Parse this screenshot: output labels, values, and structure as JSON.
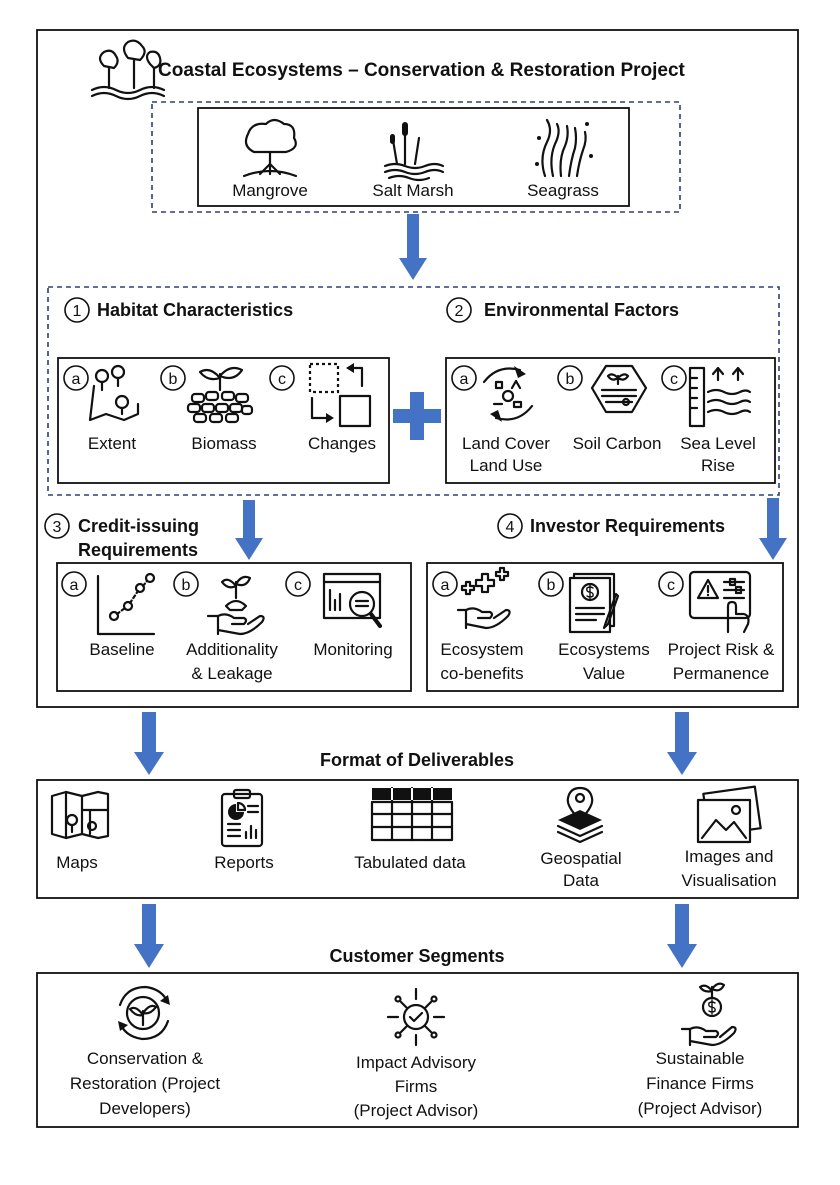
{
  "colors": {
    "arrow": "#4472C4",
    "plus": "#4472C4",
    "dashed_border": "#2f3e7a",
    "text": "#111111"
  },
  "title": "Coastal Ecosystems – Conservation & Restoration Project",
  "ecosystems": [
    {
      "label": "Mangrove",
      "icon": "mangrove-icon"
    },
    {
      "label": "Salt Marsh",
      "icon": "salt-marsh-icon"
    },
    {
      "label": "Seagrass",
      "icon": "seagrass-icon"
    }
  ],
  "habitat": {
    "number": "1",
    "title": "Habitat Characteristics",
    "items": [
      {
        "letter": "a",
        "lines": [
          "Extent"
        ],
        "icon": "map-pin-icon"
      },
      {
        "letter": "b",
        "lines": [
          "Biomass"
        ],
        "icon": "biomass-icon"
      },
      {
        "letter": "c",
        "lines": [
          "Changes"
        ],
        "icon": "changes-icon"
      }
    ]
  },
  "environmental": {
    "number": "2",
    "title": "Environmental Factors",
    "items": [
      {
        "letter": "a",
        "lines": [
          "Land Cover",
          "Land Use"
        ],
        "icon": "land-cover-icon"
      },
      {
        "letter": "b",
        "lines": [
          "Soil Carbon"
        ],
        "icon": "soil-carbon-icon"
      },
      {
        "letter": "c",
        "lines": [
          "Sea Level",
          "Rise"
        ],
        "icon": "sea-level-icon"
      }
    ]
  },
  "credit": {
    "number": "3",
    "title_lines": [
      "Credit-issuing",
      "Requirements"
    ],
    "items": [
      {
        "letter": "a",
        "lines": [
          "Baseline"
        ],
        "icon": "baseline-chart-icon"
      },
      {
        "letter": "b",
        "lines": [
          "Additionality",
          "& Leakage"
        ],
        "icon": "hand-plant-icon"
      },
      {
        "letter": "c",
        "lines": [
          "Monitoring"
        ],
        "icon": "monitoring-icon"
      }
    ]
  },
  "investor": {
    "number": "4",
    "title": "Investor Requirements",
    "items": [
      {
        "letter": "a",
        "lines": [
          "Ecosystem",
          "co-benefits"
        ],
        "icon": "hand-plus-icon"
      },
      {
        "letter": "b",
        "lines": [
          "Ecosystems",
          "Value"
        ],
        "icon": "value-document-icon"
      },
      {
        "letter": "c",
        "lines": [
          "Project Risk &",
          "Permanence"
        ],
        "icon": "risk-tablet-icon"
      }
    ]
  },
  "deliverables": {
    "title": "Format of Deliverables",
    "items": [
      {
        "lines": [
          "Maps"
        ],
        "icon": "map-icon"
      },
      {
        "lines": [
          "Reports"
        ],
        "icon": "report-icon"
      },
      {
        "lines": [
          "Tabulated data"
        ],
        "icon": "table-icon"
      },
      {
        "lines": [
          "Geospatial",
          "Data"
        ],
        "icon": "geospatial-icon"
      },
      {
        "lines": [
          "Images and",
          "Visualisation"
        ],
        "icon": "images-icon"
      }
    ]
  },
  "customers": {
    "title": "Customer Segments",
    "items": [
      {
        "lines": [
          "Conservation &",
          "Restoration (Project",
          "Developers)"
        ],
        "icon": "plant-cycle-icon"
      },
      {
        "lines": [
          "Impact Advisory",
          "Firms",
          "(Project Advisor)"
        ],
        "icon": "impact-icon"
      },
      {
        "lines": [
          "Sustainable",
          "Finance Firms",
          "(Project Advisor)"
        ],
        "icon": "finance-hand-icon"
      }
    ]
  }
}
